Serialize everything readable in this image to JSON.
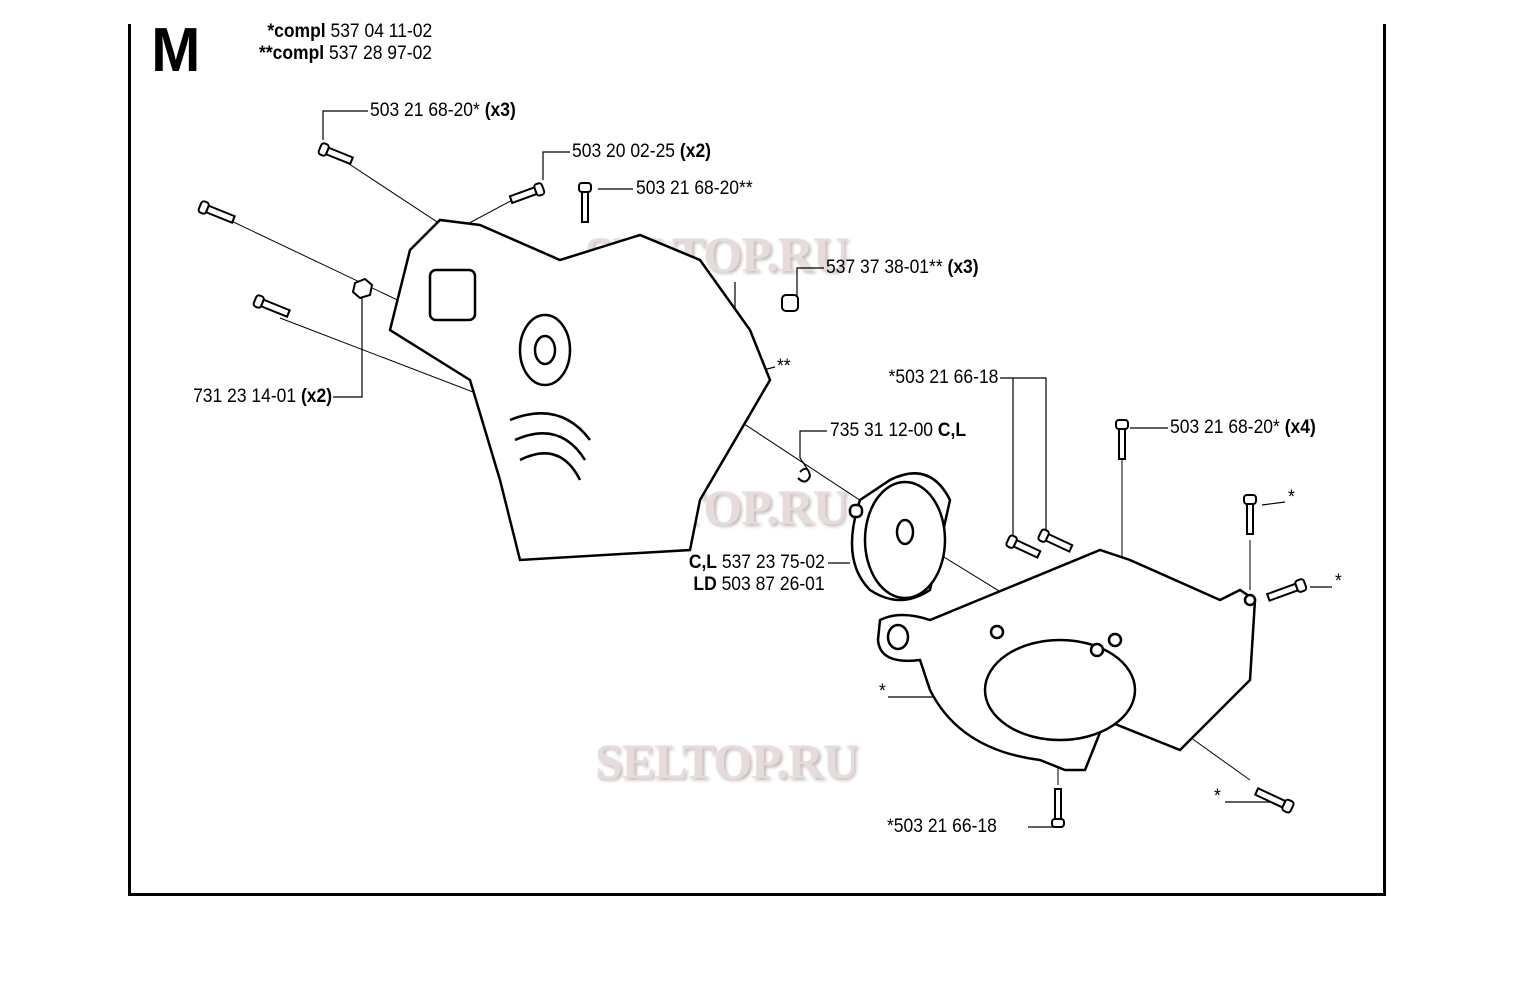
{
  "section_letter": "M",
  "header": [
    {
      "prefix": "*compl",
      "number": "537 04 11-02"
    },
    {
      "prefix": "**compl",
      "number": "537 28 97-02"
    }
  ],
  "labels": {
    "screw_top_x3": {
      "number": "503 21 68-20*",
      "qty": "(x3)"
    },
    "screw_x2": {
      "number": "503 20 02-25",
      "qty": "(x2)"
    },
    "screw_dbl": {
      "number": "503 21 68-20**"
    },
    "sleeve_x3": {
      "number": "537 37 38-01**",
      "qty": "(x3)"
    },
    "cover_dbl": {
      "number": "**"
    },
    "nut_x2": {
      "number": "731 23 14-01",
      "qty": "(x2)"
    },
    "circlip": {
      "number": "735 31 12-00",
      "variant": "C,L"
    },
    "screw_6618_top": {
      "number": "*503 21 66-18"
    },
    "screw_x4": {
      "number": "503 21 68-20*",
      "qty": "(x4)"
    },
    "star_1": {
      "number": "*"
    },
    "star_2": {
      "number": "*"
    },
    "drum_cl": {
      "variant": "C,L",
      "number": "537 23 75-02"
    },
    "drum_ld": {
      "variant": "LD",
      "number": "503 87 26-01"
    },
    "housing_star": {
      "number": "*"
    },
    "star_3": {
      "number": "*"
    },
    "screw_6618_bottom": {
      "number": "*503 21 66-18"
    }
  },
  "watermark": "SELTOP.RU"
}
